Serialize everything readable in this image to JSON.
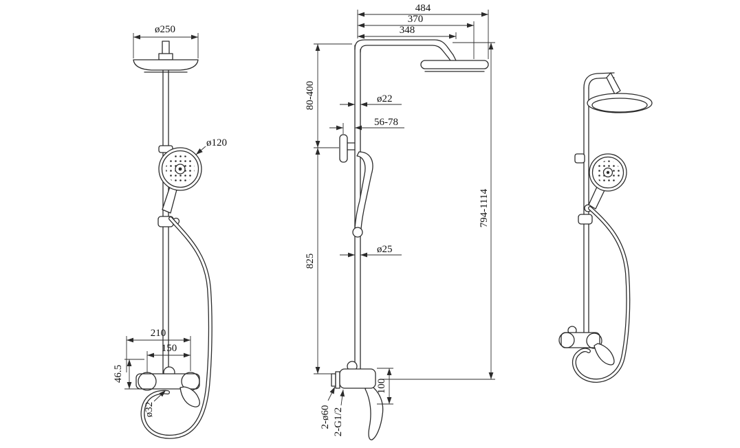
{
  "meta": {
    "background_color": "#ffffff",
    "line_color": "#2b2b2b"
  },
  "front_view": {
    "dim_rain_head_diameter": "ø250",
    "dim_hand_shower_diameter": "ø120",
    "dim_body_width": "210",
    "dim_inlet_spacing": "150",
    "dim_body_offset": "46.5",
    "dim_knob_diameter": "ø32"
  },
  "side_view": {
    "dim_overall_reach": "484",
    "dim_arm_reach": "370",
    "dim_arm_inner_reach": "348",
    "dim_upper_height_range": "80-400",
    "dim_upper_pipe_diameter": "ø22",
    "dim_wall_clearance_range": "56-78",
    "dim_riser_height": "825",
    "dim_riser_diameter": "ø25",
    "dim_overall_height_range": "794-1114",
    "dim_mixer_drop": "100",
    "dim_escutcheons": "2-ø60",
    "dim_inlet_connections": "2-G1/2"
  }
}
